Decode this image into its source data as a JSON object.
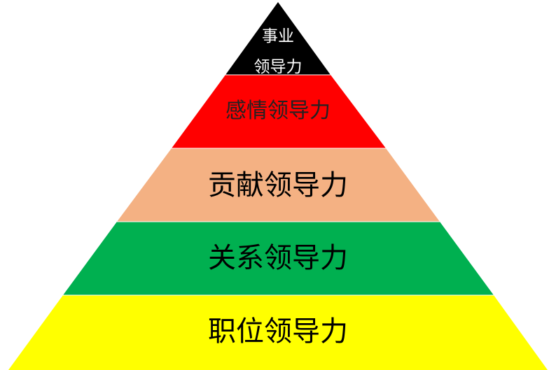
{
  "diagram": {
    "type": "pyramid",
    "levels": [
      {
        "lines": [
          "事业",
          "领导力"
        ],
        "fill": "#000000",
        "text_color": "#ffffff"
      },
      {
        "lines": [
          "感情领导力"
        ],
        "fill": "#ff0000",
        "text_color": "#222222"
      },
      {
        "lines": [
          "贡献领导力"
        ],
        "fill": "#f4b183",
        "text_color": "#000000"
      },
      {
        "lines": [
          "关系领导力"
        ],
        "fill": "#00b050",
        "text_color": "#000000"
      },
      {
        "lines": [
          "职位领导力"
        ],
        "fill": "#ffff00",
        "text_color": "#000000"
      }
    ]
  }
}
